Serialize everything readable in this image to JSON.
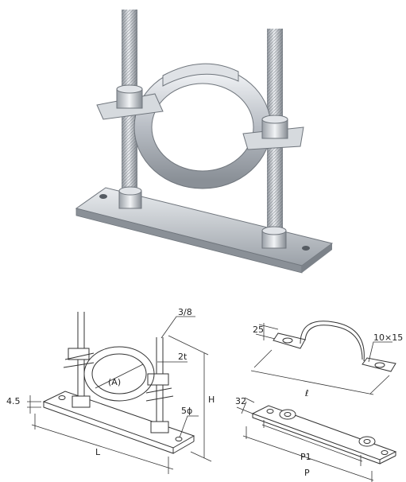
{
  "labels": {
    "bolt_size": "3/8",
    "thickness": "2t",
    "pipe_size": "(A)",
    "plate_thickness": "4.5",
    "hole_dia": "5ϕ",
    "height": "H",
    "length": "L",
    "strap_width": "25",
    "slot_size": "10×15",
    "strap_length": "ℓ",
    "plate_width": "32",
    "pitch_p1": "P1",
    "pitch_p": "P"
  },
  "colors": {
    "steel": "#c8ccd2",
    "steel_dark": "#7c8289",
    "steel_light": "#eef0f3",
    "line": "#333333"
  }
}
